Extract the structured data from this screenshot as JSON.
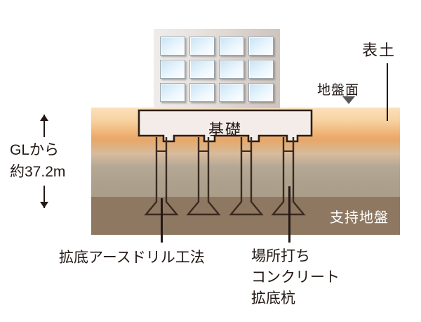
{
  "diagram": {
    "title_hidden": "",
    "building": {
      "name": "building-facade",
      "window_rows": 3,
      "window_cols": 4,
      "facade_color": "#e6e1dd",
      "window_color": "#dff0fb"
    },
    "foundation": {
      "label": "基礎",
      "fill_color": "#f4ece8",
      "stroke_color": "#231815"
    },
    "piles": {
      "count": 4,
      "stroke_color": "#3b2a20",
      "shape": "belled-bottom-shaft"
    },
    "soil_layers": [
      {
        "id": "topsoil",
        "label": "表土",
        "color": "#eeb175"
      },
      {
        "id": "intermediate",
        "label": "",
        "color": "#aa9d89"
      },
      {
        "id": "bearing",
        "label": "支持地盤",
        "color": "#8e7861",
        "label_color": "#ffffff"
      }
    ],
    "ground_surface": {
      "label": "地盤面",
      "marker": "triangle-down-icon",
      "marker_color": "#595757"
    },
    "depth_annotation": {
      "line1": "GLから",
      "line2": "約37.2m",
      "arrow_up": "arrow-up-icon",
      "arrow_down": "arrow-down-icon"
    },
    "callouts": {
      "left": "拡底アースドリル工法",
      "right_line1": "場所打ち",
      "right_line2": "コンクリート",
      "right_line3": "拡底杭"
    }
  }
}
